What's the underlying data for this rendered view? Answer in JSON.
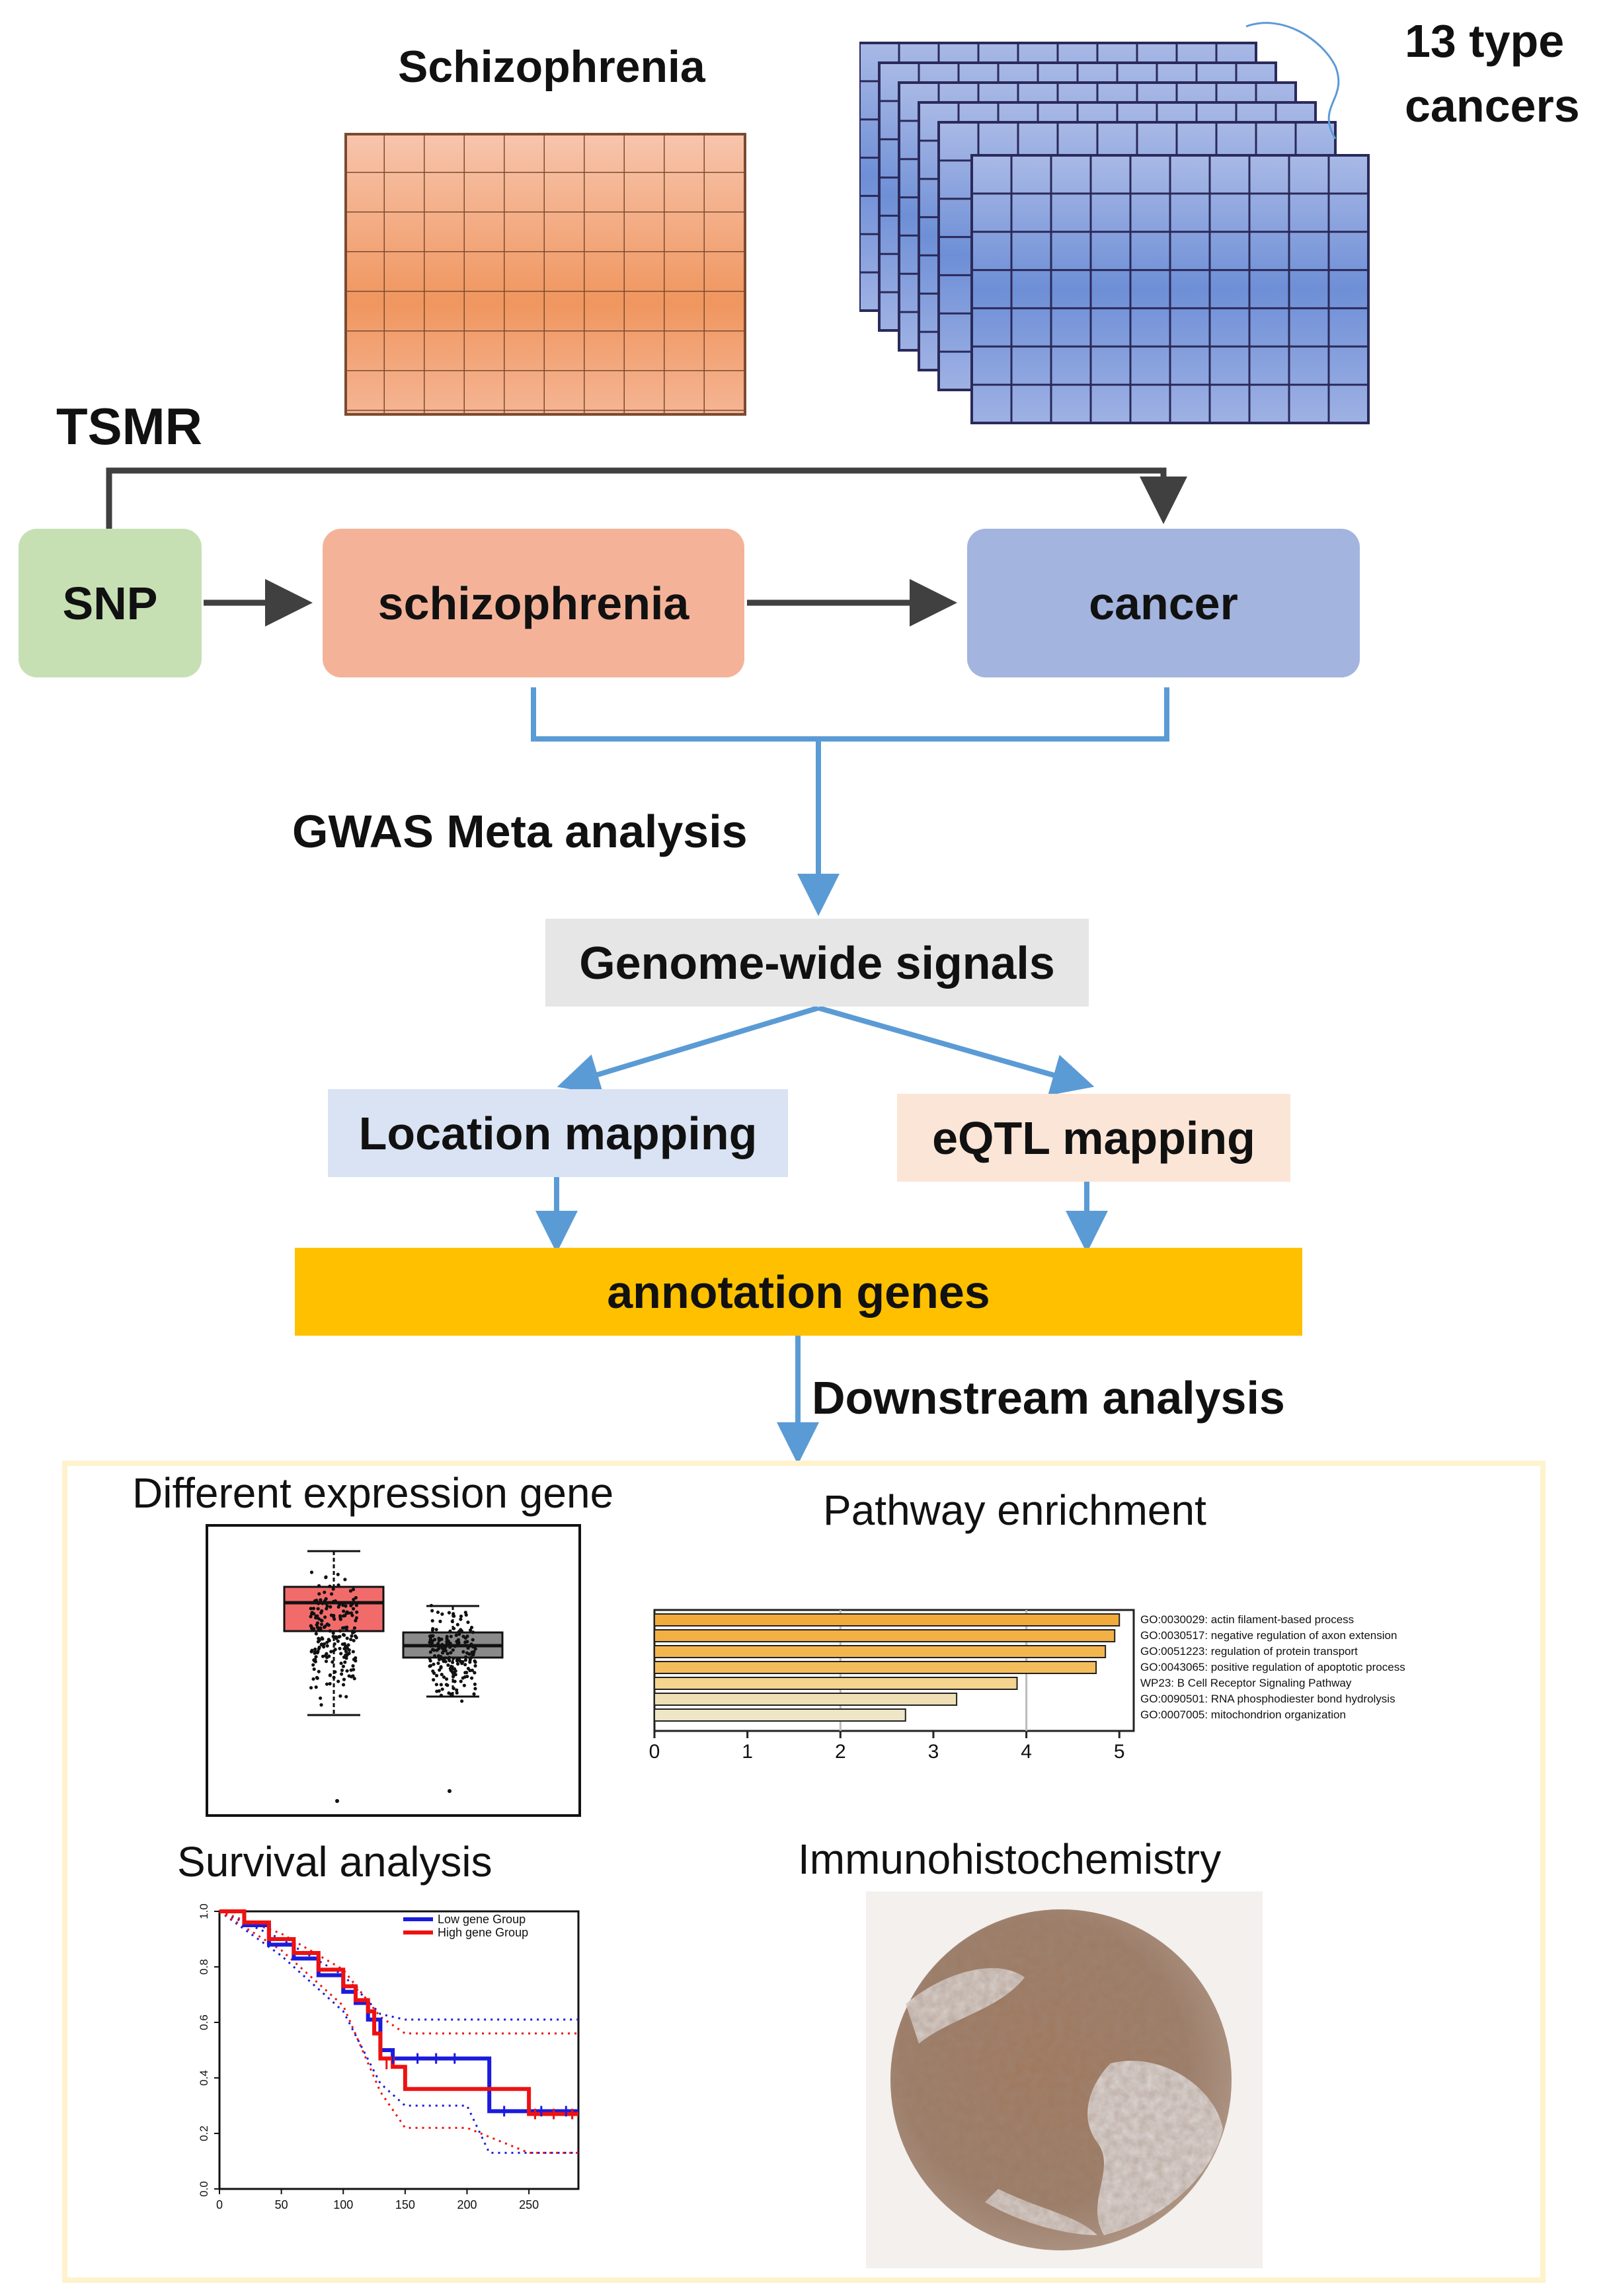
{
  "top": {
    "schizophrenia_title": "Schizophrenia",
    "cancers_title_line1": "13 type",
    "cancers_title_line2": "cancers"
  },
  "tsmr": {
    "label": "TSMR",
    "snp_label": "SNP",
    "schizophrenia_label": "schizophrenia",
    "cancer_label": "cancer"
  },
  "pipeline": {
    "gwas_label": "GWAS Meta analysis",
    "signals_label": "Genome-wide signals",
    "location_label": "Location mapping",
    "eqtl_label": "eQTL mapping",
    "annotation_label": "annotation genes",
    "downstream_label": "Downstream analysis"
  },
  "panels": {
    "deg_title": "Different expression gene",
    "pathway_title": "Pathway enrichment",
    "survival_title": "Survival analysis",
    "ihc_title": "Immunohistochemistry"
  },
  "pathway_chart": {
    "type": "bar",
    "categories": [
      "GO:0030029: actin filament-based process",
      "GO:0030517: negative regulation of axon extension",
      "GO:0051223: regulation of protein transport",
      "GO:0043065: positive regulation of apoptotic process",
      "WP23: B Cell Receptor Signaling Pathway",
      "GO:0090501: RNA phosphodiester bond hydrolysis",
      "GO:0007005: mitochondrion organization"
    ],
    "values": [
      5.0,
      4.95,
      4.85,
      4.75,
      3.9,
      3.25,
      2.7
    ],
    "xlim": [
      0,
      5
    ],
    "xticks": [
      "0",
      "1",
      "2",
      "3",
      "4",
      "5"
    ],
    "colors": [
      "#f2aa3a",
      "#f2b044",
      "#f3b64f",
      "#f4bd5c",
      "#f4d48e",
      "#eedfb4",
      "#efe6c8"
    ]
  },
  "survival_chart": {
    "type": "line",
    "legend": [
      "Low gene Group",
      "High gene Group"
    ],
    "colors": {
      "low": "#1b1bdd",
      "high": "#ee1111"
    },
    "xlim": [
      0,
      290
    ],
    "ylim": [
      0,
      1
    ],
    "xticks": [
      "0",
      "50",
      "100",
      "150",
      "200",
      "250"
    ],
    "yticks": [
      "0.0",
      "0.2",
      "0.4",
      "0.6",
      "0.8",
      "1.0"
    ],
    "low_group": [
      [
        0,
        1.0
      ],
      [
        20,
        0.95
      ],
      [
        40,
        0.88
      ],
      [
        60,
        0.83
      ],
      [
        80,
        0.77
      ],
      [
        100,
        0.71
      ],
      [
        110,
        0.67
      ],
      [
        120,
        0.61
      ],
      [
        130,
        0.5
      ],
      [
        140,
        0.47
      ],
      [
        150,
        0.47
      ],
      [
        170,
        0.47
      ],
      [
        200,
        0.47
      ],
      [
        218,
        0.47
      ],
      [
        218,
        0.28
      ],
      [
        240,
        0.28
      ],
      [
        290,
        0.28
      ]
    ],
    "high_group": [
      [
        0,
        1.0
      ],
      [
        20,
        0.96
      ],
      [
        40,
        0.9
      ],
      [
        60,
        0.85
      ],
      [
        80,
        0.79
      ],
      [
        100,
        0.73
      ],
      [
        110,
        0.68
      ],
      [
        120,
        0.64
      ],
      [
        125,
        0.56
      ],
      [
        130,
        0.47
      ],
      [
        140,
        0.44
      ],
      [
        150,
        0.36
      ],
      [
        170,
        0.36
      ],
      [
        200,
        0.36
      ],
      [
        250,
        0.36
      ],
      [
        250,
        0.27
      ],
      [
        290,
        0.27
      ]
    ],
    "low_ci_upper": [
      [
        0,
        1.0
      ],
      [
        50,
        0.9
      ],
      [
        100,
        0.77
      ],
      [
        130,
        0.63
      ],
      [
        150,
        0.61
      ],
      [
        200,
        0.61
      ],
      [
        290,
        0.61
      ]
    ],
    "low_ci_lower": [
      [
        0,
        1.0
      ],
      [
        50,
        0.84
      ],
      [
        100,
        0.64
      ],
      [
        130,
        0.38
      ],
      [
        150,
        0.3
      ],
      [
        200,
        0.3
      ],
      [
        218,
        0.13
      ],
      [
        290,
        0.13
      ]
    ],
    "high_ci_upper": [
      [
        0,
        1.0
      ],
      [
        50,
        0.92
      ],
      [
        100,
        0.79
      ],
      [
        130,
        0.62
      ],
      [
        150,
        0.56
      ],
      [
        200,
        0.56
      ],
      [
        290,
        0.56
      ]
    ],
    "high_ci_lower": [
      [
        0,
        1.0
      ],
      [
        50,
        0.86
      ],
      [
        100,
        0.66
      ],
      [
        130,
        0.35
      ],
      [
        150,
        0.22
      ],
      [
        200,
        0.22
      ],
      [
        250,
        0.13
      ],
      [
        290,
        0.13
      ]
    ]
  },
  "boxplot_chart": {
    "type": "box",
    "colors": [
      "#f26b6b",
      "#8a8a8a"
    ]
  },
  "colors": {
    "snp_box": "#c6e0b4",
    "schizo_box": "#f4b399",
    "cancer_box": "#a3b4de",
    "signals_box": "#e6e6e6",
    "location_box": "#dae3f3",
    "eqtl_box": "#fbe5d6",
    "annotation_box": "#ffc000",
    "panel_border": "#fff2cc",
    "flow_blue": "#5b9bd5",
    "dark_arrow": "#404040"
  }
}
